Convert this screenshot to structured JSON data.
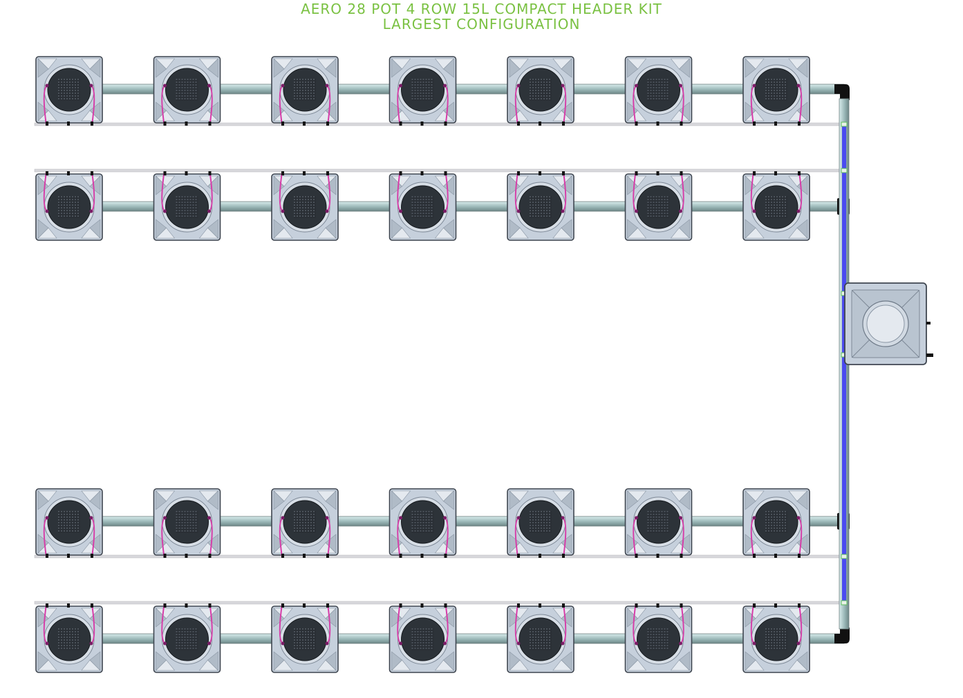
{
  "title": {
    "line1": "AERO 28 POT 4 ROW 15L COMPACT HEADER KIT",
    "line2": "LARGEST CONFIGURATION"
  },
  "layout": {
    "rows": 4,
    "pots_per_row": 7,
    "total_pots": 28,
    "header_tank": 1
  },
  "colors": {
    "title": "#7ac142",
    "pot_body": "#c6d0dc",
    "pot_outline": "#3f4650",
    "pot_center": "#2d3339",
    "pipe": "#a9c6c6",
    "feed_line": "#4a4af0",
    "dripper_line": "#d63ca8",
    "elbow": "#111111"
  }
}
